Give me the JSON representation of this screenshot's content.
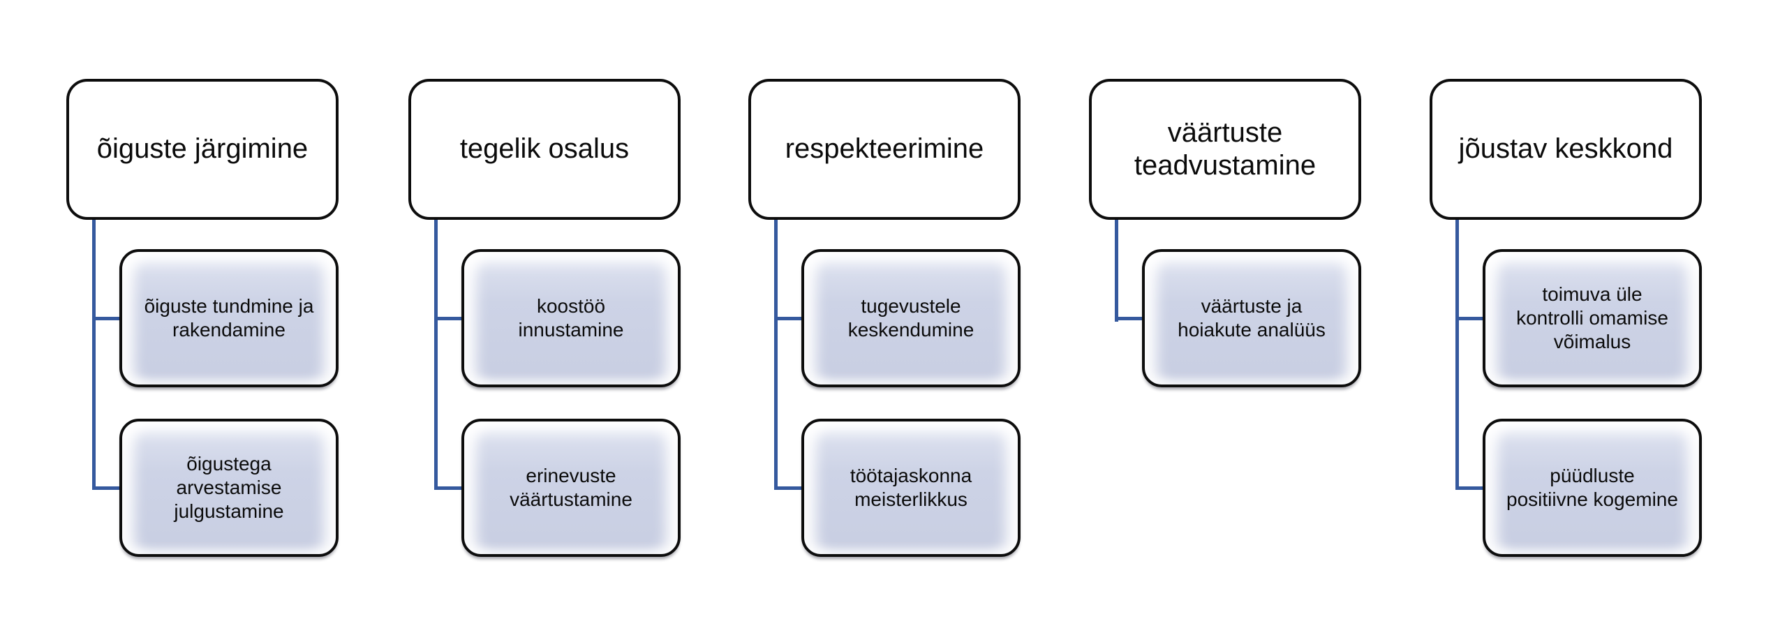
{
  "diagram": {
    "type": "hierarchy-list",
    "colors": {
      "background": "#FFFFFF",
      "parent_fill": "#FFFFFF",
      "child_fill": "#CDD3E6",
      "box_border": "#0D0D0D",
      "connector": "#35599E",
      "text": "#0B0B0B"
    },
    "columns": [
      {
        "title": "õiguste järgimine",
        "children": [
          "õiguste tundmine ja\nrakendamine",
          "õigustega\narvestamise\njulgustamine"
        ]
      },
      {
        "title": "tegelik osalus",
        "children": [
          "koostöö\ninnustamine",
          "erinevuste\nväärtustamine"
        ]
      },
      {
        "title": "respekteerimine",
        "children": [
          "tugevustele\nkeskendumine",
          "töötajaskonna\nmeisterlikkus"
        ]
      },
      {
        "title": "väärtuste\nteadvustamine",
        "children": [
          "väärtuste ja\nhoiakute analüüs"
        ]
      },
      {
        "title": "jõustav keskkond",
        "children": [
          "toimuva üle\nkontrolli omamise\nvõimalus",
          "püüdluste\npositiivne kogemine"
        ]
      }
    ]
  }
}
